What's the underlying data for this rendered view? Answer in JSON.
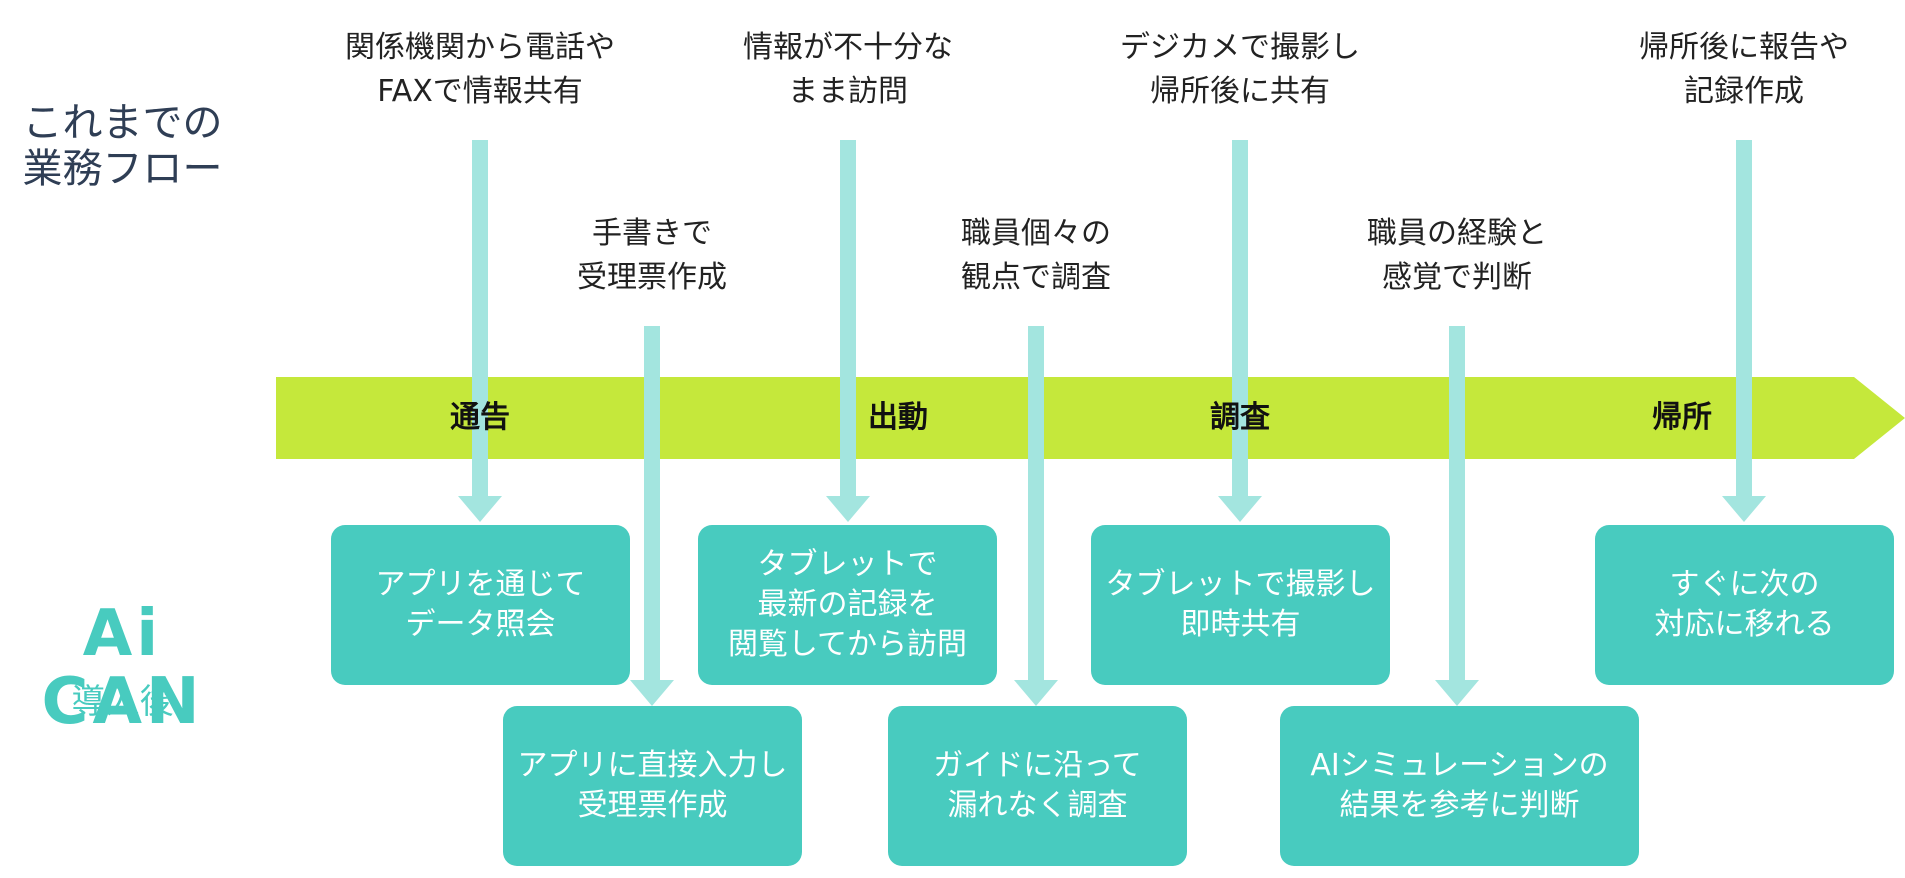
{
  "legacy_label": "これまでの\n業務フロー",
  "aican": {
    "logo": "Ai CAN",
    "subtitle": "導入後"
  },
  "phases": [
    "通告",
    "出動",
    "調査",
    "帰所"
  ],
  "legacy_notes_top": [
    "関係機関から電話や\nFAXで情報共有",
    "情報が不十分な\nまま訪問",
    "デジカメで撮影し\n帰所後に共有",
    "帰所後に報告や\n記録作成"
  ],
  "legacy_notes_mid": [
    "手書きで\n受理票作成",
    "職員個々の\n観点で調査",
    "職員の経験と\n感覚で判断"
  ],
  "aican_boxes_upper": [
    "アプリを通じて\nデータ照会",
    "タブレットで\n最新の記録を\n閲覧してから訪問",
    "タブレットで撮影し\n即時共有",
    "すぐに次の\n対応に移れる"
  ],
  "aican_boxes_lower": [
    "アプリに直接入力し\n受理票作成",
    "ガイドに沿って\n漏れなく調査",
    "AIシミュレーションの\n結果を参考に判断"
  ],
  "colors": {
    "arrow": "#c5e83b",
    "connector": "#a3e5df",
    "box": "#48cbbf",
    "heading": "#2f3e55"
  }
}
